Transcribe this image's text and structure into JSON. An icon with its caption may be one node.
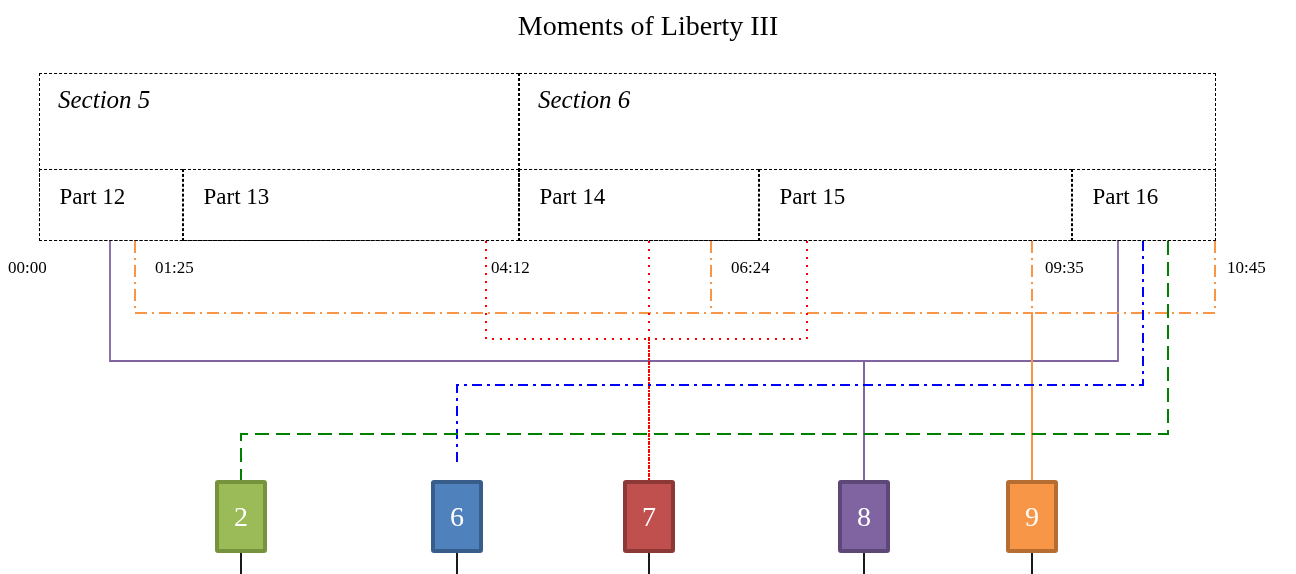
{
  "diagram": {
    "title": "Moments of Liberty III",
    "nodes": [
      {
        "text": [
          "Section 5"
        ]
      },
      {
        "text": [
          "Section 6"
        ]
      },
      {
        "text": [
          "Part 12"
        ],
        "in": 0
      },
      {
        "text": [
          "Part 13"
        ],
        "in": 0
      },
      {
        "text": [
          "Part 14"
        ],
        "in": 1
      },
      {
        "text": [
          "Part 15"
        ],
        "in": 1
      },
      {
        "text": [
          "Part 16"
        ],
        "in": 1
      },
      {
        "text": [
          "2"
        ]
      },
      {
        "text": [
          "6"
        ]
      },
      {
        "text": [
          "7"
        ]
      },
      {
        "text": [
          "8"
        ]
      },
      {
        "text": [
          "9"
        ]
      }
    ],
    "edges": [
      {
        "from": 2,
        "to": 10,
        "arrow": "none",
        "color": "#8064a2"
      },
      {
        "from": 6,
        "to": 10,
        "arrow": "none",
        "color": "#8064a2"
      },
      {
        "from": 2,
        "to": 11,
        "arrow": "none",
        "style": "dashed",
        "color": "#f79646"
      },
      {
        "from": 4,
        "to": 11,
        "arrow": "none",
        "style": "dashed",
        "color": "#f79646"
      },
      {
        "from": 5,
        "to": 11,
        "arrow": "none",
        "style": "dashed",
        "color": "#f79646"
      },
      {
        "from": 6,
        "to": 11,
        "arrow": "none",
        "style": "dashed",
        "color": "#f79646"
      },
      {
        "from": 3,
        "to": 9,
        "arrow": "none",
        "style": "dashed",
        "color": "#ff0000"
      },
      {
        "from": 4,
        "to": 9,
        "arrow": "none",
        "style": "dashed",
        "color": "#ff0000"
      },
      {
        "from": 5,
        "to": 9,
        "arrow": "none",
        "style": "dashed",
        "color": "#ff0000"
      },
      {
        "from": 6,
        "to": 8,
        "arrow": "none",
        "style": "dashed",
        "color": "#0000ff"
      },
      {
        "from": 6,
        "to": 7,
        "arrow": "none",
        "style": "dashed",
        "color": "#008000"
      },
      {
        "from": 7,
        "to": null,
        "arrow": "none"
      },
      {
        "from": 8,
        "to": null,
        "arrow": "none"
      },
      {
        "from": 9,
        "to": null,
        "arrow": "none"
      },
      {
        "from": 10,
        "to": null,
        "arrow": "none"
      },
      {
        "from": 11,
        "to": null,
        "arrow": "none"
      }
    ],
    "labels": [
      "00:00",
      "01:25",
      "04:12",
      "06:24",
      "09:35",
      "10:45"
    ]
  }
}
